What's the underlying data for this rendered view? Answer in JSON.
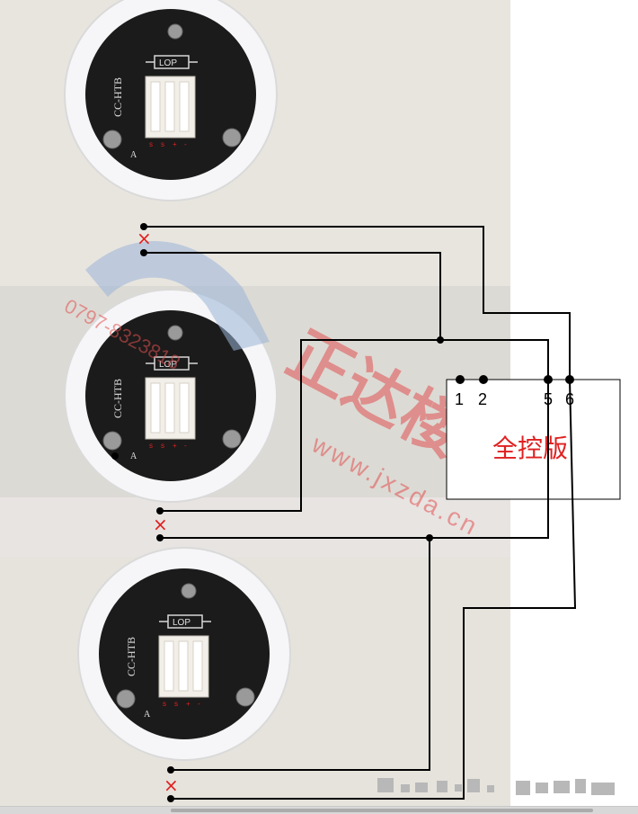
{
  "board": {
    "label": "全控版",
    "terminals": [
      "1",
      "2",
      "5",
      "6"
    ]
  },
  "modules": [
    {
      "model": "CC-HTB",
      "component": "LOP",
      "side": "A",
      "pins": [
        "s",
        "s",
        "+",
        "-"
      ]
    },
    {
      "model": "CC-HTB",
      "component": "LOP",
      "side": "A",
      "pins": [
        "s",
        "s",
        "+",
        "-"
      ]
    },
    {
      "model": "CC-HTB",
      "component": "LOP",
      "side": "A",
      "pins": [
        "s",
        "s",
        "+",
        "-"
      ]
    }
  ],
  "cut_mark": "×",
  "watermark": {
    "phone": "0797-8323818",
    "chinese": "正达楼阁",
    "url": "www.jxzda.cn"
  },
  "colors": {
    "wire": "#000000",
    "cut_mark": "#e02020",
    "board_label": "#e02020",
    "watermark": "#e05050",
    "pcb": "#1b1b1b",
    "connector": "#f2efe9",
    "photo_bg": "#e7e4de"
  }
}
